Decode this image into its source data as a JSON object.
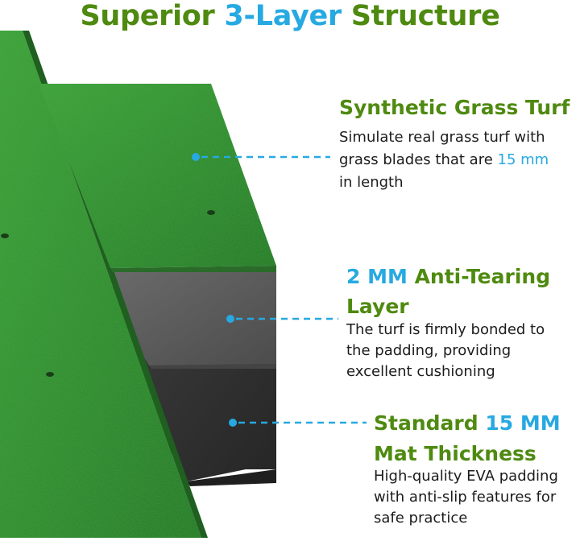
{
  "title": {
    "part1": "Superior",
    "part2": "3-Layer",
    "part3": "Structure"
  },
  "layers": [
    {
      "heading_a": "Synthetic Grass Turf",
      "desc_line1": "Simulate real grass turf with",
      "desc_line2a": "grass blades that are",
      "desc_line2b": "15 mm",
      "desc_line3": "in length"
    },
    {
      "heading_a": "2 MM",
      "heading_b": "Anti-Tearing",
      "heading_c": "Layer",
      "desc_line1": "The turf is firmly bonded to",
      "desc_line2": "the padding, providing",
      "desc_line3": "excellent cushioning"
    },
    {
      "heading_a": "Standard",
      "heading_b": "15 MM",
      "heading_c": "Mat Thickness",
      "desc_line1": "High-quality EVA padding",
      "desc_line2": "with anti-slip features for",
      "desc_line3": "safe practice"
    }
  ],
  "colors": {
    "title_green": "#4f8a10",
    "accent_blue": "#27a9e1",
    "turf_green": "#2e8b2e",
    "padding_gray": "#5a5a5a",
    "base_dark": "#333333"
  }
}
